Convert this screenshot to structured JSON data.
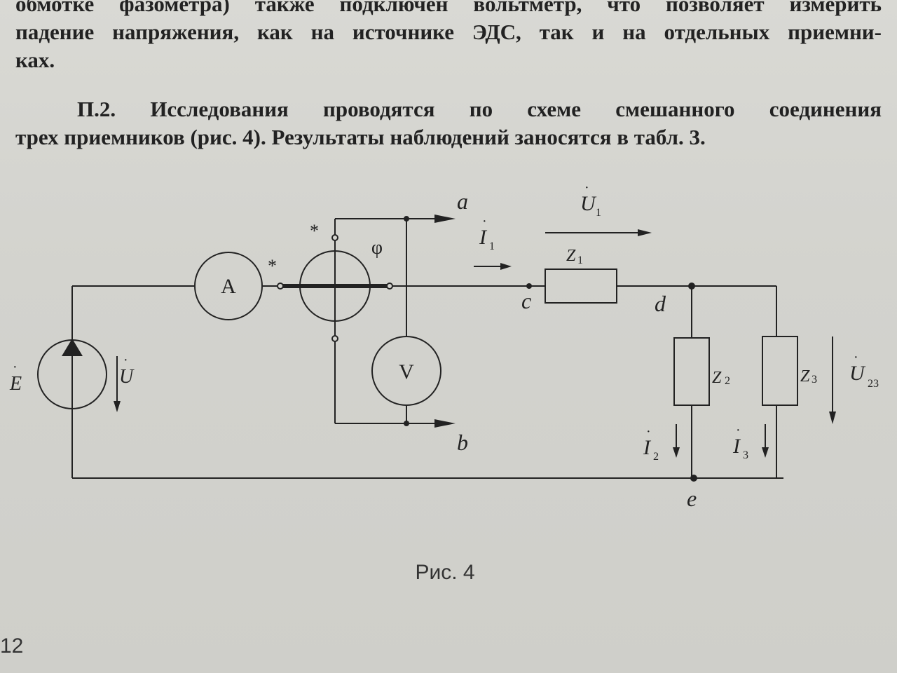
{
  "text": {
    "para1_line1": "обмотке фазометра) также подключен вольтметр, что позволяет измерить",
    "para1_line2": "падение напряжения, как на источнике ЭДС, так и на отдельных приемни-",
    "para1_line3": "ках.",
    "para2_label": "П.2.",
    "para2_line1": "Исследования проводятся по схеме смешанного соединения",
    "para2_line2": "трех приемников (рис. 4). Результаты наблюдений заносятся в табл. 3."
  },
  "figure": {
    "ammeter": "A",
    "voltmeter": "V",
    "phasemeter": "φ",
    "star": "*",
    "node_a": "a",
    "node_b": "b",
    "node_c": "c",
    "node_d": "d",
    "node_e": "e",
    "emf": "E",
    "source_voltage": "U",
    "u1": "U",
    "u1_sub": "1",
    "i1": "I",
    "i1_sub": "1",
    "i2": "I",
    "i2_sub": "2",
    "i3": "I",
    "i3_sub": "3",
    "u23": "U",
    "u23_sub": "23",
    "z1": "Z",
    "z1_sub": "1",
    "z2": "Z",
    "z2_sub": "2",
    "z3": "Z",
    "z3_sub": "3"
  },
  "caption": "Рис. 4",
  "page_number": "12"
}
